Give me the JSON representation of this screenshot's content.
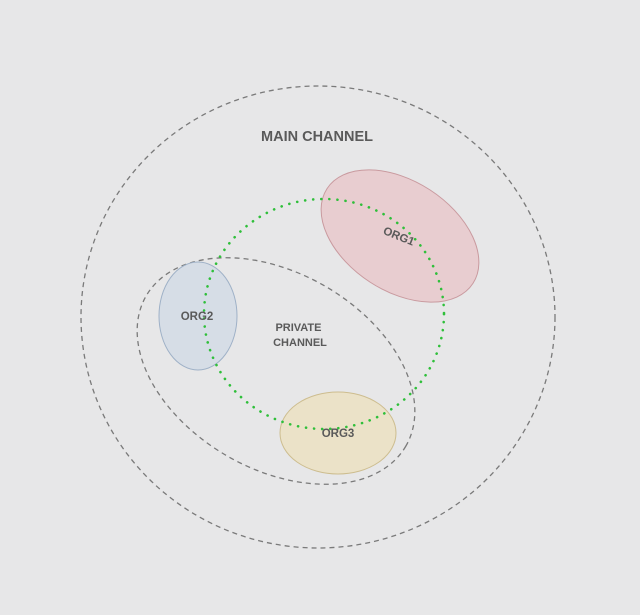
{
  "colors": {
    "background": "#e7e7e8",
    "boundary_stroke": "#7a7a7a",
    "connection_dots": "#2fbf3a",
    "org1_fill": "#e8cdd0",
    "org1_stroke": "#c99a9f",
    "org2_fill": "#d6dde6",
    "org2_stroke": "#9fb1c7",
    "org3_fill": "#ebe2c8",
    "org3_stroke": "#cdbd8f",
    "label_text": "#5a5a5a"
  },
  "diagram": {
    "main_channel": {
      "label": "MAIN CHANNEL"
    },
    "private_channel": {
      "label_line1": "PRIVATE",
      "label_line2": "CHANNEL"
    },
    "orgs": [
      {
        "label": "ORG1"
      },
      {
        "label": "ORG2"
      },
      {
        "label": "ORG3"
      }
    ]
  }
}
